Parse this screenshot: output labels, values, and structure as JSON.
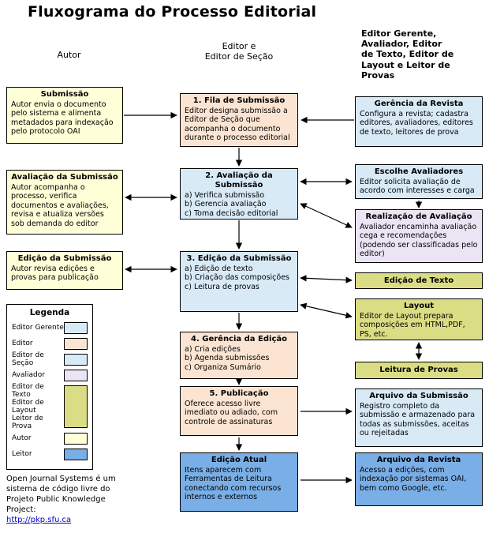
{
  "title": "Fluxograma do Processo Editorial",
  "column_headers": {
    "autor": "Autor",
    "editor": "Editor e\nEditor de Seção",
    "direita": "Editor Gerente, Avaliador, Editor de Texto, Editor de Layout e Leitor de Provas"
  },
  "colors": {
    "editor_gerente": "#D9EAF7",
    "editor": "#FBE5D2",
    "editor_secao": "#D9EAF7",
    "avaliador": "#EAE4F4",
    "texto_layout_prova": "#DBDD85",
    "autor": "#FFFFD8",
    "leitor": "#79AEE6"
  },
  "autor_column": {
    "submissao": {
      "title": "Submissão",
      "body": "Autor envia o documento pelo sistema e alimenta metadados para indexação pelo protocolo OAI"
    },
    "avaliacao": {
      "title": "Avaliação da Submissão",
      "body": "Autor acompanha o processo, verifica documentos e avaliações, revisa e atualiza versões sob demanda do editor"
    },
    "edicao": {
      "title": "Edição da Submissão",
      "body": "Autor revisa edições e provas para publicação"
    }
  },
  "editor_column": {
    "fila": {
      "title": "1. Fila de Submissão",
      "body": "Editor designa submissão a Editor de Seção que acompanha o documento durante o processo editorial"
    },
    "avaliacao": {
      "title": "2. Avaliação da Submissão",
      "body": "a) Verifica submissão\nb) Gerencia avaliação\nc) Toma decisão editorial"
    },
    "edicao": {
      "title": "3. Edição da Submissão",
      "body": "a) Edição de texto\nb) Criação das composições\nc) Leitura de provas"
    },
    "gerencia": {
      "title": "4. Gerência da Edição",
      "body": "a) Cria edições\nb) Agenda submissões\nc) Organiza Sumário"
    },
    "publicacao": {
      "title": "5. Publicação",
      "body": "Oferece acesso livre imediato ou adiado, com controle de assinaturas"
    },
    "edicao_atual": {
      "title": "Edição Atual",
      "body": "Itens aparecem com Ferramentas de Leitura conectando com recursos internos e externos"
    }
  },
  "direita_column": {
    "gerencia_revista": {
      "title": "Gerência da Revista",
      "body": "Configura a revista; cadastra editores, avaliadores, editores de texto, leitores de prova"
    },
    "escolhe_avaliadores": {
      "title": "Escolhe Avaliadores",
      "body": "Editor solicita avaliação de acordo com interesses e carga"
    },
    "realizacao_avaliacao": {
      "title": "Realização de Avaliação",
      "body": "Avaliador encaminha avaliação cega e recomendações (podendo ser classificadas pelo editor)"
    },
    "edicao_texto": {
      "title": "Edição de Texto"
    },
    "layout": {
      "title": "Layout",
      "body": "Editor de Layout prepara composições em HTML,PDF, PS, etc."
    },
    "leitura_provas": {
      "title": "Leitura de Provas"
    },
    "arquivo_submissao": {
      "title": "Arquivo da Submissão",
      "body": "Registro completo da submissão e armazenado para todas as submissões, aceitas ou rejeitadas"
    },
    "arquivo_revista": {
      "title": "Arquivo da Revista",
      "body": "Acesso a edições, com indexação por sistemas OAI, bem como Google, etc."
    }
  },
  "legend": {
    "title": "Legenda",
    "items": [
      {
        "label": "Editor Gerente"
      },
      {
        "label": "Editor"
      },
      {
        "label": "Editor de Seção"
      },
      {
        "label": "Avaliador"
      },
      {
        "label": "Editor de Texto"
      },
      {
        "label": "Editor de Layout"
      },
      {
        "label": "Leitor de Prova"
      },
      {
        "label": "Autor"
      },
      {
        "label": "Leitor"
      }
    ]
  },
  "footer": {
    "text": "Open Journal Systems é um sistema de código livre do Projeto Public Knowledge Project:",
    "link": "http://pkp.sfu.ca"
  }
}
